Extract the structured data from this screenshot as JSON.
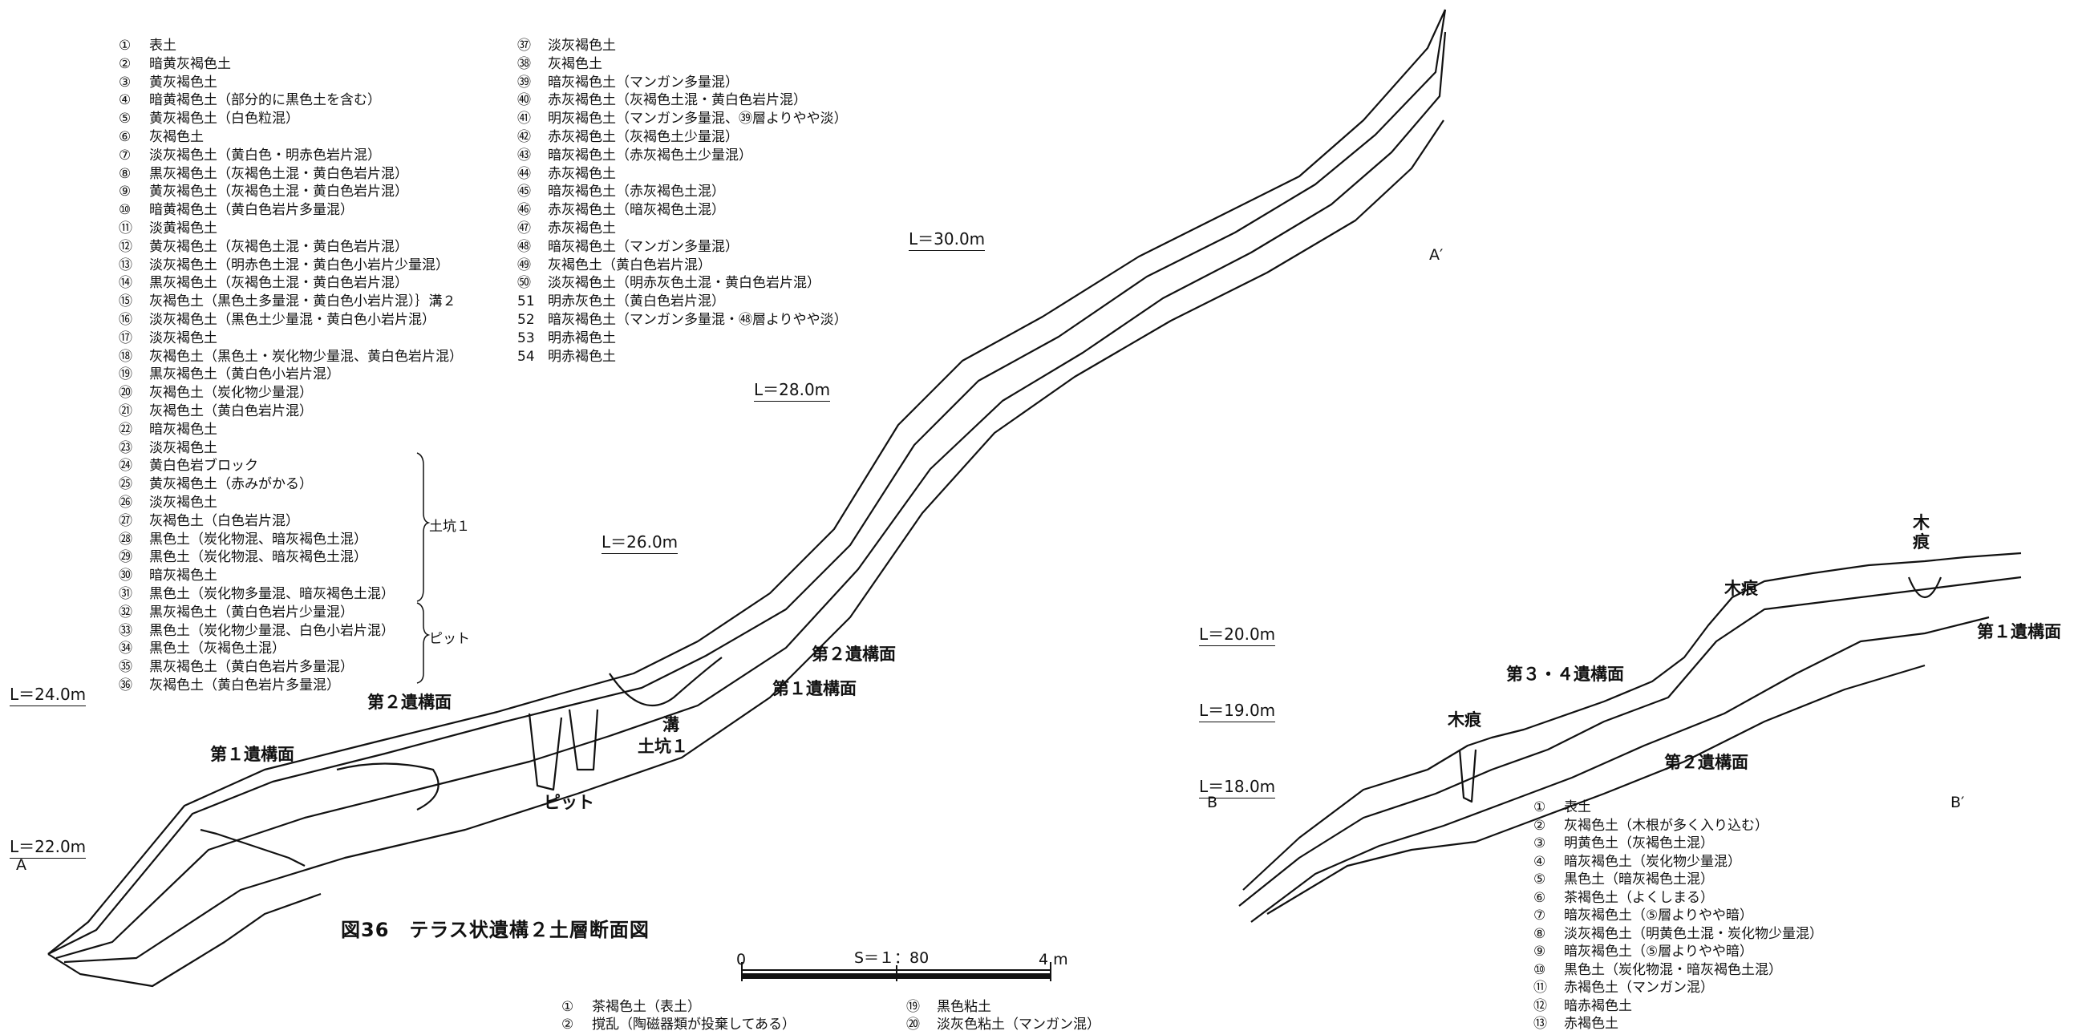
{
  "figure_title": "図36　テラス状遺構２土層断面図",
  "legend_A": [
    [
      "①",
      "表土"
    ],
    [
      "②",
      "暗黄灰褐色土"
    ],
    [
      "③",
      "黄灰褐色土"
    ],
    [
      "④",
      "暗黄褐色土（部分的に黒色土を含む）"
    ],
    [
      "⑤",
      "黄灰褐色土（白色粒混）"
    ],
    [
      "⑥",
      "灰褐色土"
    ],
    [
      "⑦",
      "淡灰褐色土（黄白色・明赤色岩片混）"
    ],
    [
      "⑧",
      "黒灰褐色土（灰褐色土混・黄白色岩片混）"
    ],
    [
      "⑨",
      "黄灰褐色土（灰褐色土混・黄白色岩片混）"
    ],
    [
      "⑩",
      "暗黄褐色土（黄白色岩片多量混）"
    ],
    [
      "⑪",
      "淡黄褐色土"
    ],
    [
      "⑫",
      "黄灰褐色土（灰褐色土混・黄白色岩片混）"
    ],
    [
      "⑬",
      "淡灰褐色土（明赤色土混・黄白色小岩片少量混）"
    ],
    [
      "⑭",
      "黒灰褐色土（灰褐色土混・黄白色岩片混）"
    ],
    [
      "⑮",
      "灰褐色土（黒色土多量混・黄白色小岩片混）｝溝２"
    ],
    [
      "⑯",
      "淡灰褐色土（黒色土少量混・黄白色小岩片混）"
    ],
    [
      "⑰",
      "淡灰褐色土"
    ],
    [
      "⑱",
      "灰褐色土（黒色土・炭化物少量混、黄白色岩片混）"
    ],
    [
      "⑲",
      "黒灰褐色土（黄白色小岩片混）"
    ],
    [
      "⑳",
      "灰褐色土（炭化物少量混）"
    ],
    [
      "㉑",
      "灰褐色土（黄白色岩片混）"
    ],
    [
      "㉒",
      "暗灰褐色土"
    ],
    [
      "㉓",
      "淡灰褐色土"
    ],
    [
      "㉔",
      "黄白色岩ブロック"
    ],
    [
      "㉕",
      "黄灰褐色土（赤みがかる）"
    ],
    [
      "㉖",
      "淡灰褐色土"
    ],
    [
      "㉗",
      "灰褐色土（白色岩片混）"
    ],
    [
      "㉘",
      "黒色土（炭化物混、暗灰褐色土混）"
    ],
    [
      "㉙",
      "黒色土（炭化物混、暗灰褐色土混）"
    ],
    [
      "㉚",
      "暗灰褐色土"
    ],
    [
      "㉛",
      "黒色土（炭化物多量混、暗灰褐色土混）"
    ],
    [
      "㉜",
      "黒灰褐色土（黄白色岩片少量混）"
    ],
    [
      "㉝",
      "黒色土（炭化物少量混、白色小岩片混）"
    ],
    [
      "㉞",
      "黒色土（灰褐色土混）"
    ],
    [
      "㉟",
      "黒灰褐色土（黄白色岩片多量混）"
    ],
    [
      "㊱",
      "灰褐色土（黄白色岩片多量混）"
    ]
  ],
  "legend_B": [
    [
      "㊲",
      "淡灰褐色土"
    ],
    [
      "㊳",
      "灰褐色土"
    ],
    [
      "㊴",
      "暗灰褐色土（マンガン多量混）"
    ],
    [
      "㊵",
      "赤灰褐色土（灰褐色土混・黄白色岩片混）"
    ],
    [
      "㊶",
      "明灰褐色土（マンガン多量混、㊴層よりやや淡）"
    ],
    [
      "㊷",
      "赤灰褐色土（灰褐色土少量混）"
    ],
    [
      "㊸",
      "暗灰褐色土（赤灰褐色土少量混）"
    ],
    [
      "㊹",
      "赤灰褐色土"
    ],
    [
      "㊺",
      "暗灰褐色土（赤灰褐色土混）"
    ],
    [
      "㊻",
      "赤灰褐色土（暗灰褐色土混）"
    ],
    [
      "㊼",
      "赤灰褐色土"
    ],
    [
      "㊽",
      "暗灰褐色土（マンガン多量混）"
    ],
    [
      "㊾",
      "灰褐色土（黄白色岩片混）"
    ],
    [
      "㊿",
      "淡灰褐色土（明赤灰色土混・黄白色岩片混）"
    ],
    [
      "51",
      "明赤灰色土（黄白色岩片混）"
    ],
    [
      "52",
      "暗灰褐色土（マンガン多量混・㊽層よりやや淡）"
    ],
    [
      "53",
      "明赤褐色土"
    ],
    [
      "54",
      "明赤褐色土"
    ]
  ],
  "legend_C": [
    [
      "①",
      "表土"
    ],
    [
      "②",
      "灰褐色土（木根が多く入り込む）"
    ],
    [
      "③",
      "明黄色土（灰褐色土混）"
    ],
    [
      "④",
      "暗灰褐色土（炭化物少量混）"
    ],
    [
      "⑤",
      "黒色土（暗灰褐色土混）"
    ],
    [
      "⑥",
      "茶褐色土（よくしまる）"
    ],
    [
      "⑦",
      "暗灰褐色土（⑤層よりやや暗）"
    ],
    [
      "⑧",
      "淡灰褐色土（明黄色土混・炭化物少量混）"
    ],
    [
      "⑨",
      "暗灰褐色土（⑤層よりやや暗）"
    ],
    [
      "⑩",
      "黒色土（炭化物混・暗灰褐色土混）"
    ],
    [
      "⑪",
      "赤褐色土（マンガン混）"
    ],
    [
      "⑫",
      "暗赤褐色土"
    ],
    [
      "⑬",
      "赤褐色土"
    ]
  ],
  "legend_D": [
    [
      "①",
      "茶褐色土（表土）"
    ],
    [
      "②",
      "撹乱（陶磁器類が投棄してある）"
    ],
    [
      "⑲",
      "黒色粘土"
    ],
    [
      "⑳",
      "淡灰色粘土（マンガン混）"
    ]
  ],
  "bracket_labels": {
    "pit1": "土坑１",
    "pit": "ピット"
  },
  "levels": {
    "l30": "L＝30.0m",
    "l28": "L＝28.0m",
    "l26": "L＝26.0m",
    "l24": "L＝24.0m",
    "l22": "L＝22.0m",
    "l20": "L＝20.0m",
    "l19": "L＝19.0m",
    "l18": "L＝18.0m"
  },
  "section_A": {
    "end_a": "A",
    "end_a2": "A′",
    "surface1": "第１遺構面",
    "surface2": "第２遺構面",
    "surface1_r": "第１遺構面",
    "surface2_r": "第２遺構面",
    "ditch": "溝",
    "pit1": "土坑１",
    "pit": "ピット"
  },
  "section_B": {
    "end_b": "B",
    "end_b2": "B′",
    "surface1": "第１遺構面",
    "surface2": "第２遺構面",
    "surface34": "第３・４遺構面",
    "root1": "木痕",
    "root2": "木痕",
    "root3": "木\n痕"
  },
  "scale": {
    "label": "S＝１：80",
    "zero": "0",
    "max": "4 m"
  }
}
